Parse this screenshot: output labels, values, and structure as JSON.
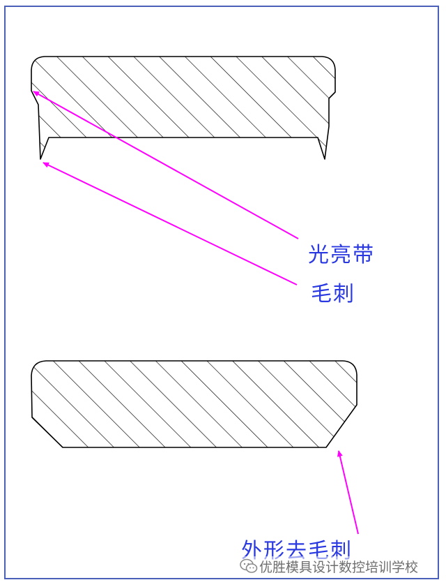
{
  "labels": {
    "bright_band": "光亮带",
    "burr": "毛刺",
    "outer_deburr": "外形去毛刺"
  },
  "watermark": {
    "text": "优胜模具设计数控培训学校",
    "icon": "wechat-icon"
  },
  "colors": {
    "frame": "#4a5fb8",
    "label_text": "#2a3ae0",
    "arrow": "#ff00ff",
    "outline": "#000000",
    "watermark_text": "#6e6e6e"
  }
}
